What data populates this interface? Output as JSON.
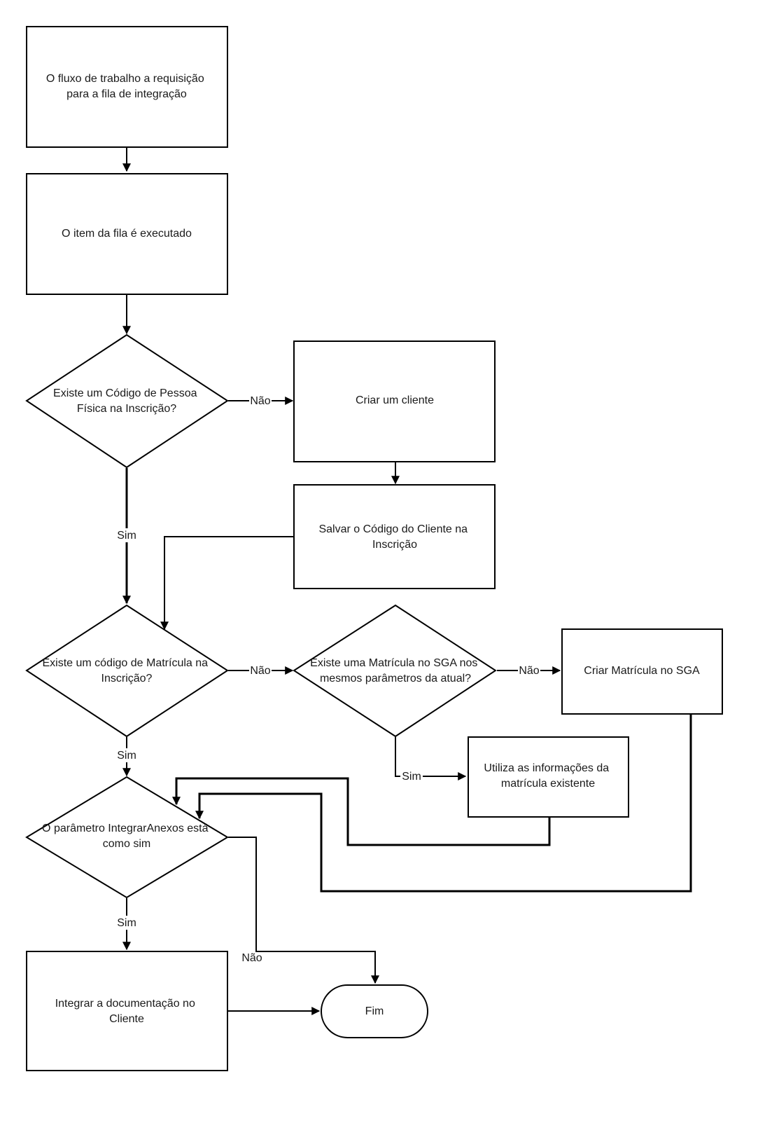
{
  "nodes": {
    "queue_request": [
      "O fluxo de trabalho a requisição",
      "para a fila de integração"
    ],
    "item_executed": [
      "O item da fila é executado"
    ],
    "decision_person_code": [
      "Existe um Código de Pessoa",
      "Física na Inscrição?"
    ],
    "create_client": [
      "Criar um cliente"
    ],
    "save_client_code": [
      "Salvar o Código do Cliente na",
      "Inscrição"
    ],
    "decision_enrollment_code": [
      "Existe um código de Matrícula na",
      "Inscrição?"
    ],
    "decision_sga_enrollment": [
      "Existe uma Matrícula no SGA nos",
      "mesmos parâmetros da atual?"
    ],
    "create_enrollment_sga": [
      "Criar Matrícula no SGA"
    ],
    "use_existing_enrollment": [
      "Utiliza as informações da",
      "matrícula existente"
    ],
    "decision_attachments": [
      "O parâmetro IntegrarAnexos está",
      "como sim"
    ],
    "integrate_docs": [
      "Integrar a documentação no",
      "Cliente"
    ],
    "end": [
      "Fim"
    ]
  },
  "edge_labels": {
    "person_code_no": "Não",
    "person_code_yes": "Sim",
    "enrollment_code_no": "Não",
    "enrollment_code_yes": "Sim",
    "sga_no": "Não",
    "sga_yes": "Sim",
    "attachments_yes": "Sim",
    "attachments_no": "Não"
  }
}
